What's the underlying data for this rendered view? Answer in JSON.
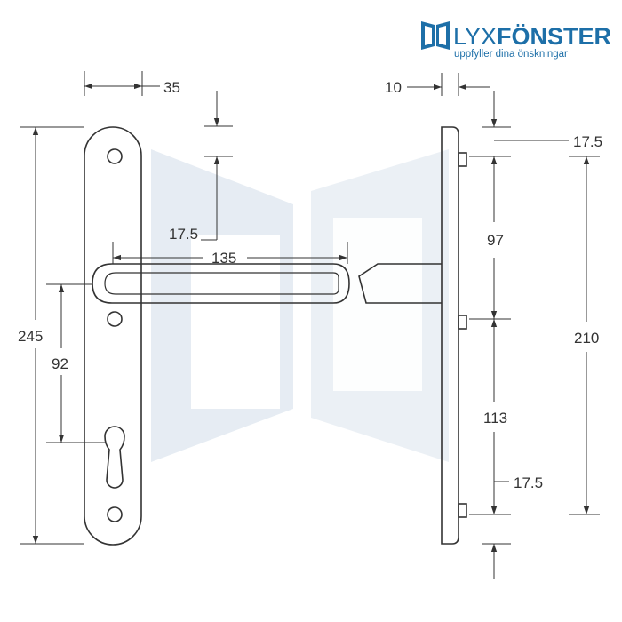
{
  "brand": {
    "name_light": "LYX",
    "name_bold": "FÖNSTER",
    "tagline": "uppfyller dina önskningar",
    "color": "#1d6fa8",
    "icon": "window-frame-icon"
  },
  "dimensions": {
    "plate_width": "35",
    "plate_height": "245",
    "handle_length": "135",
    "top_to_handle": "17.5",
    "spindle_to_cylinder": "92",
    "plate_depth": "10",
    "top_offset": "17.5",
    "top_to_middle_screw": "97",
    "middle_to_bottom_screw": "113",
    "bottom_offset": "17.5",
    "screw_spacing": "210"
  },
  "colors": {
    "line": "#333333",
    "watermark": "#e6ecf3"
  }
}
